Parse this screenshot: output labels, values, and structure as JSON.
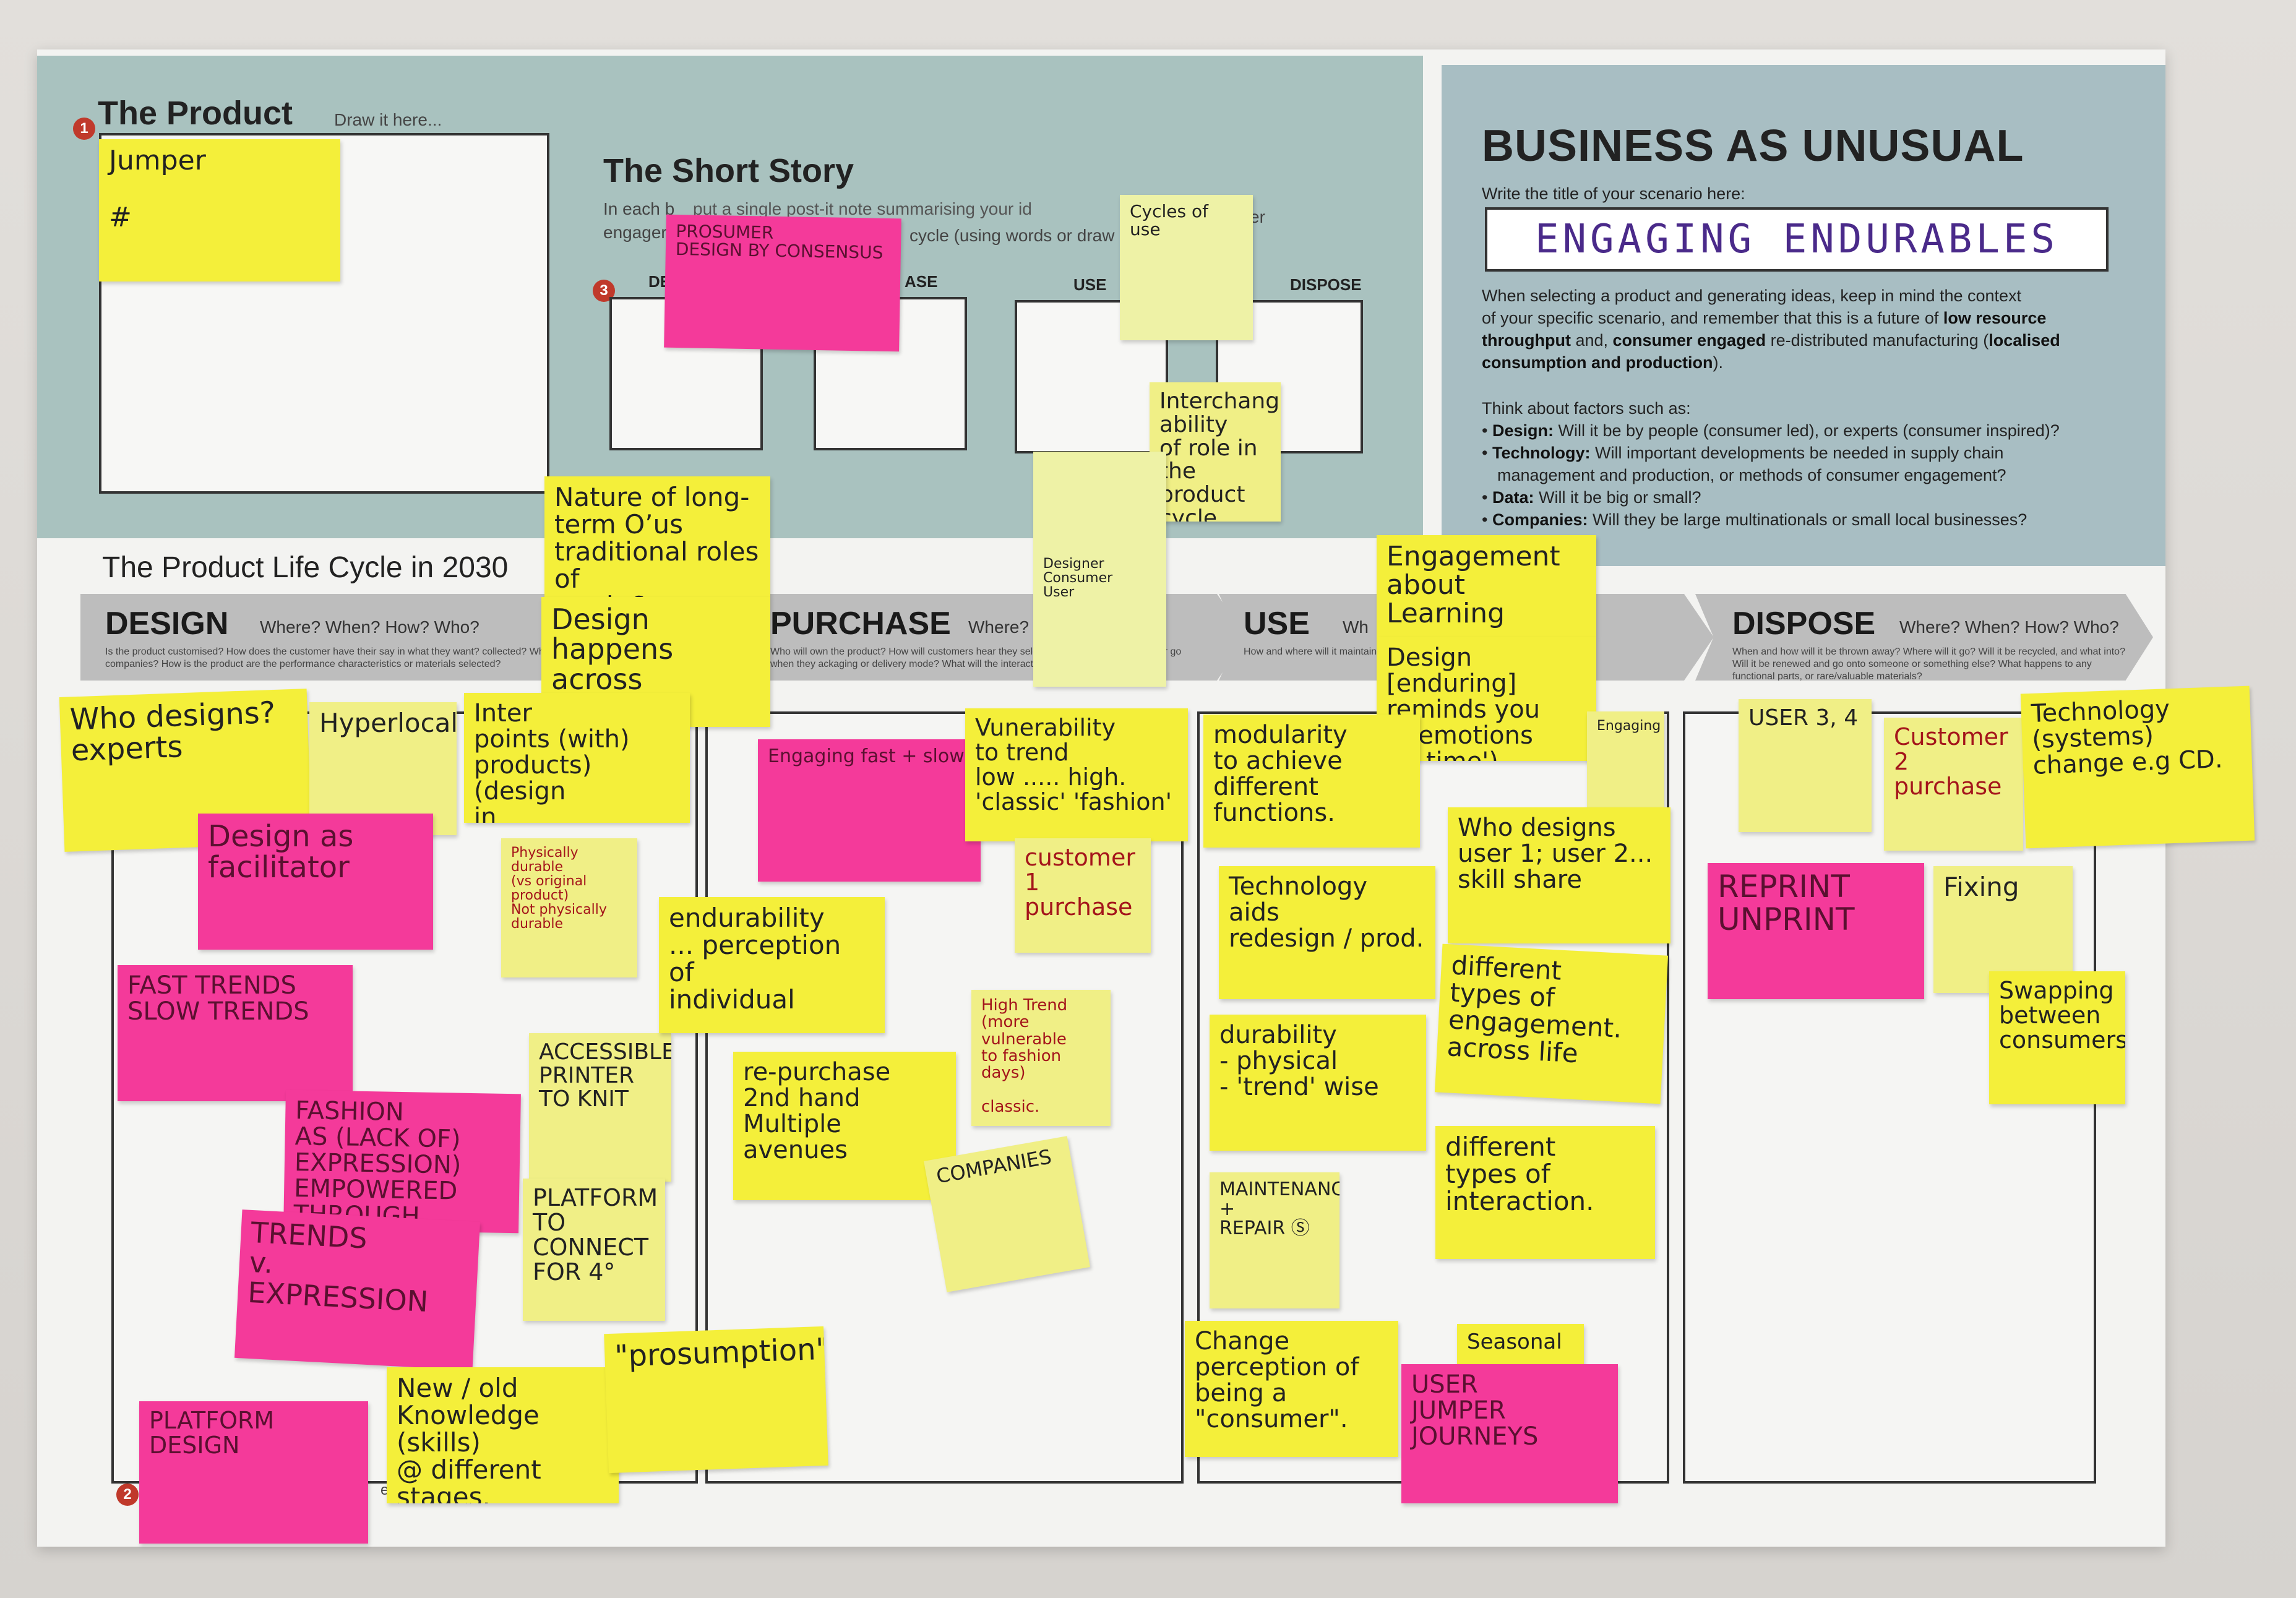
{
  "poster": {
    "product_heading": "The Product",
    "product_hint": "Draw it here...",
    "short_story_heading": "The Short Story",
    "short_story_text_1": "In each b",
    "short_story_text_2": "engager",
    "short_story_fragment_a": "put a single post-it note summarising your id",
    "short_story_fragment_b": "er",
    "short_story_fragment_c": "cycle (using words or draw",
    "story_boxes": [
      "DE",
      "ASE",
      "USE",
      "DISPOSE"
    ],
    "lifecycle_heading": "The Product Life Cycle in 2030",
    "stages": [
      {
        "title": "DESIGN",
        "question": "Where? When? How? Who?",
        "desc": "Is the product customised? How does the customer have their say in what they want? collected? What information channels link people and companies? How is the product are the performance characteristics or materials selected?"
      },
      {
        "title": "PURCHASE",
        "question": "Where?",
        "desc": "Who will own the product? How will customers hear they select it? Where will the customer go when they ackaging or delivery mode? What will the interaction"
      },
      {
        "title": "USE",
        "question": "Wh",
        "desc": "How and where will it maintained? How will or subscription based"
      },
      {
        "title": "DISPOSE",
        "question": "Where? When? How? Who?",
        "desc": "When and how will it be thrown away? Where will it go? Will it be recycled, and what into? Will it be renewed and go onto someone or something else? What happens to any functional parts, or rare/valuable materials?"
      }
    ],
    "numbers": [
      "1",
      "2",
      "3"
    ],
    "bottom_fragment": "e b"
  },
  "business": {
    "heading": "BUSINESS AS UNUSUAL",
    "title_prompt": "Write the title of your scenario here:",
    "scenario_title": "ENGAGING ENDURABLES",
    "intro_1": "When selecting a product and generating ideas, keep in mind the context",
    "intro_2": "of your specific scenario, and remember that this is a future of",
    "intro_2b": "low resource",
    "intro_3b": "throughput",
    "intro_3": " and, ",
    "intro_3c": "consumer engaged",
    "intro_3d": " re-distributed manufacturing (",
    "intro_3e": "localised",
    "intro_4": "consumption and production",
    "intro_4b": ").",
    "factors_intro": "Think about factors such as:",
    "factors": [
      {
        "label": "Design:",
        "text": " Will it be by people (consumer led), or experts (consumer inspired)?"
      },
      {
        "label": "Technology:",
        "text": " Will important developments be needed in supply chain"
      },
      {
        "label": "",
        "text": "management and production, or methods of consumer engagement?"
      },
      {
        "label": "Data:",
        "text": " Will it be big or small?"
      },
      {
        "label": "Companies:",
        "text": " Will they be large multinationals or small local businesses?"
      }
    ]
  },
  "notes": {
    "jumper": "Jumper\n\n  #",
    "prosumer": "PROSUMER\nDESIGN BY CONSENSUS",
    "cycles_of_use": "Cycles of use",
    "interchangeability": "Interchange-\nability\nof role in\nthe product\ncycle.",
    "nature_of_long_term": "Nature of long-\nterm O’us\ntraditional roles of\nprod. & consumption",
    "design_happens": "Design\nhappens\nacross lifecycle",
    "designer_consumer_user": "Designer\nConsumer\nUser",
    "engagement_about_learning": "Engagement\nabout\nLearning",
    "design_enduring": "Design [enduring]\nreminds you\nof emotions\n('a time')",
    "who_designs": "Who designs?\nexperts",
    "hyperlocal": "Hyperlocal",
    "interaction_points": "Inter\npoints (with)\nproducts) (design\nin",
    "design_as_facilitator": "Design as\nfacilitator",
    "physically_durable": "Physically\ndurable\n(vs original product)\nNot physically\ndurable",
    "fast_slow_trends": "FAST TRENDS\nSLOW TRENDS",
    "fashion_expression": "FASHION\nAS (LACK OF)\nEXPRESSION)\nEMPOWERED THROUGH MAKING",
    "trends_v_expression": "TRENDS\nv.\nEXPRESSION",
    "accessible_printer": "ACCESSIBLE\nPRINTER\nTO KNIT",
    "platform_to_connect": "PLATFORM\nTO CONNECT\nFOR 4°",
    "platform_design": "PLATFORM\nDESIGN",
    "new_old_knowledge": "New / old\nKnowledge (skills)\n@ different\nstages.",
    "prosumption": "\"prosumption\"",
    "engaging_fast_slow": "Engaging fast + slow",
    "vulnerability_to_trend": "Vunerability\nto trend\nlow ..... high.\n'classic'   'fashion'",
    "customer_purchase": "customer 1\npurchase",
    "endurability_perception": "endurability\n... perception\nof\nindividual",
    "high_trend_classic": "High Trend\n(more vulnerable\nto fashion days)\n\nclassic.",
    "re_purchase": "re-purchase\n2nd hand\nMultiple avenues",
    "companies": "COMPANIES",
    "modularity": "modularity\nto achieve\ndifferent\nfunctions.",
    "technology_aids": "Technology\naids\nredesign / prod.",
    "durability_physical": "durability\n- physical\n- 'trend' wise",
    "maintenance_repair": "MAINTENANCE\n+\nREPAIR Ⓢ",
    "change_perception": "Change\nperception of\nbeing a\n\"consumer\".",
    "seasonal": "Seasonal",
    "user_jumper_journeys": "USER\nJUMPER\nJOURNEYS",
    "engaging_small": "Engaging",
    "who_designs_user": "Who designs\nuser 1; user 2...\nskill share",
    "different_types_engagement": "different\ntypes of\nengagement. across life",
    "different_types_interaction": "different\ntypes of\ninteraction.",
    "user_3_4": "USER 3, 4",
    "customer_2_purchase": "Customer 2\npurchase",
    "technology_systems": "Technology\n(systems)\nchange e.g CD.",
    "reprint_unprint": "REPRINT\nUNPRINT",
    "fixing": "Fixing",
    "swapping": "Swapping\nbetween\nconsumers"
  }
}
